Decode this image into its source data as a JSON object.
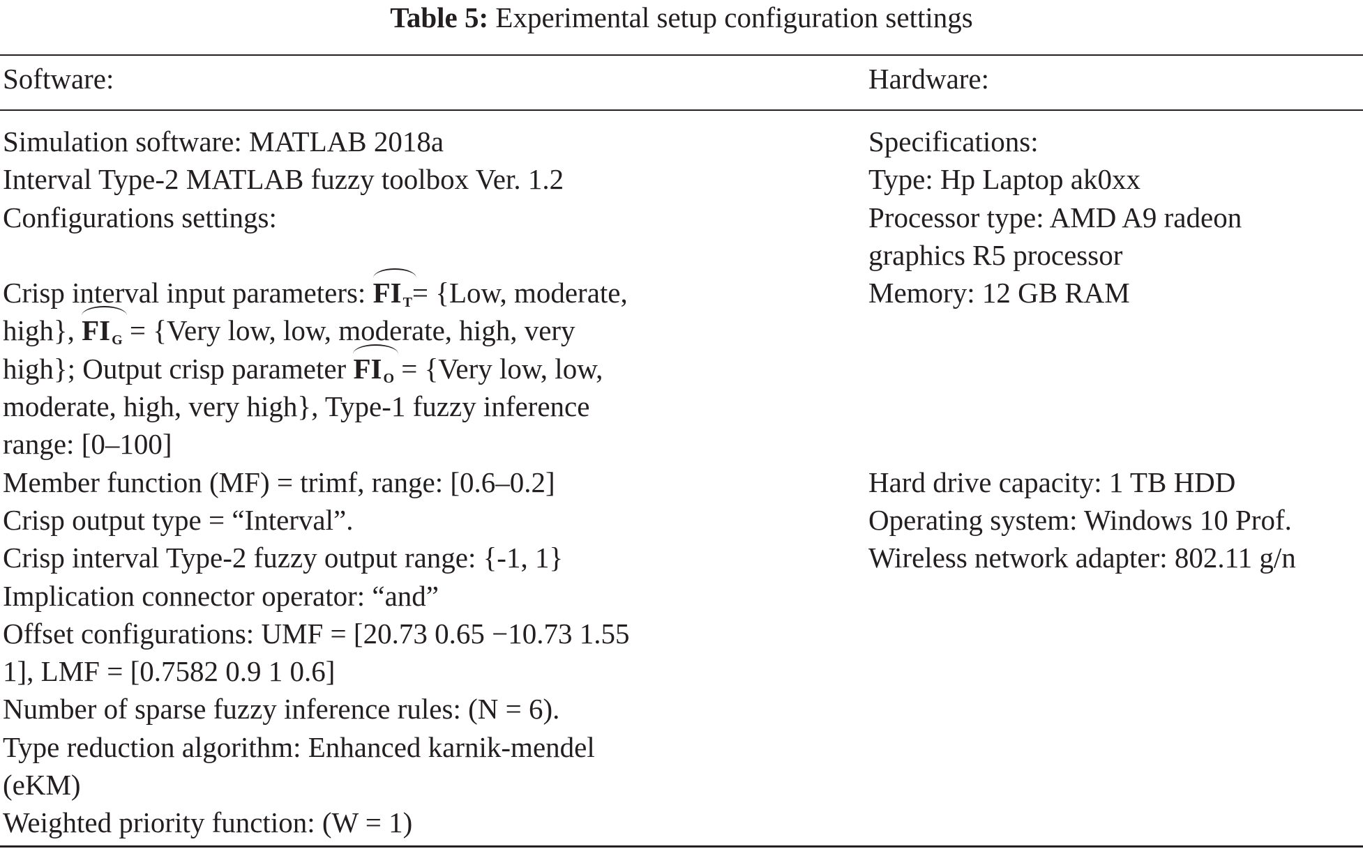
{
  "table": {
    "caption_label": "Table 5:",
    "caption_text": "Experimental setup configuration settings",
    "headers": {
      "software": "Software:",
      "hardware": "Hardware:"
    },
    "software": {
      "l1": "Simulation software: MATLAB 2018a",
      "l2": "Interval Type-2 MATLAB fuzzy toolbox Ver. 1.2",
      "l3": "Configurations settings:",
      "crisp_a": "Crisp interval input parameters: ",
      "fi": "FI",
      "sub_t": "T",
      "crisp_b": "= {Low, moderate,",
      "crisp_c": "high}, ",
      "sub_g": "G",
      "crisp_d": " = {Very low, low, moderate, high, very",
      "crisp_e": "high}; Output crisp parameter ",
      "sub_o": "O",
      "crisp_f": " = {Very low, low,",
      "crisp_g": "moderate, high, very high}, Type-1 fuzzy inference",
      "crisp_h": "range: [0–100]",
      "l9": "Member function (MF) = trimf, range: [0.6–0.2]",
      "l10": "Crisp output type = “Interval”.",
      "l11": "Crisp interval Type-2 fuzzy output range: {-1, 1}",
      "l12": "Implication connector operator: “and”",
      "l13": "Offset configurations: UMF = [20.73 0.65 −10.73 1.55",
      "l14": "1], LMF = [0.7582 0.9 1 0.6]",
      "l15": "Number of sparse fuzzy inference rules: (N = 6).",
      "l16": "Type reduction algorithm: Enhanced karnik-mendel",
      "l17": "(eKM)",
      "l18": "Weighted priority function: (W = 1)"
    },
    "hardware": {
      "l1": "Specifications:",
      "l2": "Type: Hp Laptop ak0xx",
      "l3": "Processor type: AMD A9 radeon",
      "l4": "graphics R5 processor",
      "l5": "Memory: 12 GB RAM",
      "l6": "Hard drive capacity: 1 TB HDD",
      "l7": "Operating system: Windows 10 Prof.",
      "l8": "Wireless network adapter: 802.11 g/n"
    }
  }
}
